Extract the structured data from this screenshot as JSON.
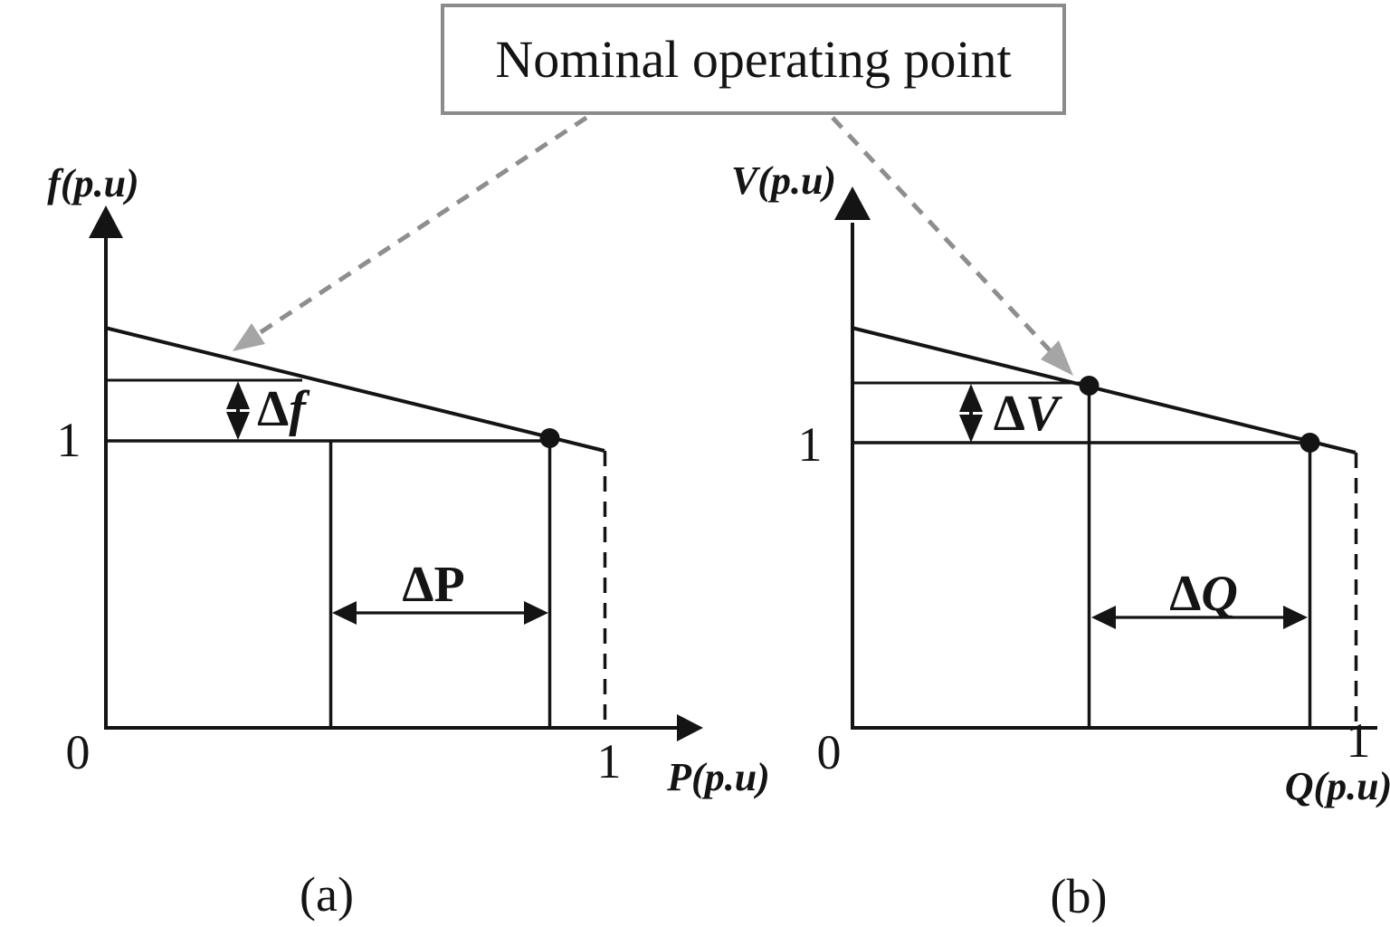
{
  "callout": {
    "label": "Nominal operating point"
  },
  "colors": {
    "ink": "#141414",
    "callout_border": "#8b8b8b",
    "dashed_arrow_gray": "#8e8e8e",
    "arrowhead_gray": "#a5a5a5",
    "background": "#ffffff"
  },
  "panels": [
    {
      "caption": "(a)",
      "y_axis_label": "f(p.u)",
      "x_axis_label": "P(p.u)",
      "origin_tick": "0",
      "y_unity_tick": "1",
      "x_unity_tick": "1",
      "delta_vertical": {
        "symbol": "Δ",
        "letter": "f"
      },
      "delta_horizontal": {
        "symbol": "Δ",
        "letter": "P"
      }
    },
    {
      "caption": "(b)",
      "y_axis_label": "V(p.u)",
      "x_axis_label": "Q(p.u)",
      "origin_tick": "0",
      "y_unity_tick": "1",
      "x_unity_tick": "1",
      "delta_vertical": {
        "symbol": "Δ",
        "letter": "V"
      },
      "delta_horizontal": {
        "symbol": "Δ",
        "letter": "Q"
      }
    }
  ],
  "chart_data": [
    {
      "type": "line",
      "panel": "(a)",
      "title": "Frequency droop characteristic",
      "xlabel": "P(p.u)",
      "ylabel": "f(p.u)",
      "x_ticks": [
        "0",
        "1"
      ],
      "y_ticks": [
        "1"
      ],
      "axes_schematic_not_to_scale": true,
      "droop_line_approx_pu": {
        "P": [
          0,
          0.45,
          0.89,
          1.0
        ],
        "f": [
          1.39,
          1.21,
          1.0,
          0.97
        ]
      },
      "nominal_operating_point_pu": {
        "P": 0.45,
        "f": "1 + Δf"
      },
      "loaded_operating_point_pu": {
        "P": 0.89,
        "f": 1.0
      },
      "annotations": [
        "Δf",
        "ΔP",
        "Nominal operating point"
      ],
      "legend": "none",
      "grid": false
    },
    {
      "type": "line",
      "panel": "(b)",
      "title": "Voltage droop characteristic",
      "xlabel": "Q(p.u)",
      "ylabel": "V(p.u)",
      "x_ticks": [
        "0",
        "1"
      ],
      "y_ticks": [
        "1"
      ],
      "axes_schematic_not_to_scale": true,
      "droop_line_approx_pu": {
        "Q": [
          0,
          0.47,
          0.91,
          1.0
        ],
        "V": [
          1.39,
          1.19,
          1.0,
          0.97
        ]
      },
      "nominal_operating_point_pu": {
        "Q": 0.47,
        "V": "1 + ΔV"
      },
      "loaded_operating_point_pu": {
        "Q": 0.91,
        "V": 1.0
      },
      "annotations": [
        "ΔV",
        "ΔQ",
        "Nominal operating point"
      ],
      "legend": "none",
      "grid": false
    }
  ]
}
